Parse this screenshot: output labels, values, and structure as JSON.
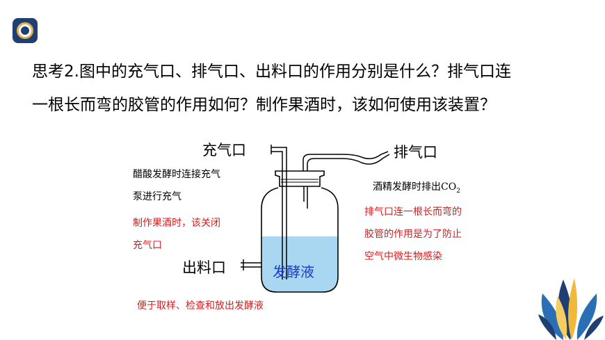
{
  "question": {
    "line1": "思考2.图中的充气口、排气口、出料口的作用分别是什么？排气口连",
    "line2": "一根长而弯的胶管的作用如何？制作果酒时，该如何使用该装置？"
  },
  "labels": {
    "inlet": "充气口",
    "outlet": "排气口",
    "discharge": "出料口",
    "liquid": "发酵液"
  },
  "notes": {
    "inlet_line1": "醋酸发酵时连接充气",
    "inlet_line2": "泵进行充气",
    "wine_line1": "制作果酒时，该关闭",
    "wine_line2": "充气口",
    "exhaust_text": "酒精发酵时排出",
    "exhaust_co": "CO",
    "exhaust_sub": "2",
    "tube_line1": "排气口连一根长而弯的",
    "tube_line2": "胶管的作用是为了防止",
    "tube_line3": "空气中微生物感染",
    "discharge_note": "便于取样、检查和放出发酵液"
  },
  "colors": {
    "accent_red": "#d61d1d",
    "liquid_blue": "#a9d6f0",
    "brand_navy": "#1f3f74",
    "brand_gold": "#e2b04f"
  },
  "icons": [
    "logo-icon",
    "leaf-decoration-icon"
  ]
}
